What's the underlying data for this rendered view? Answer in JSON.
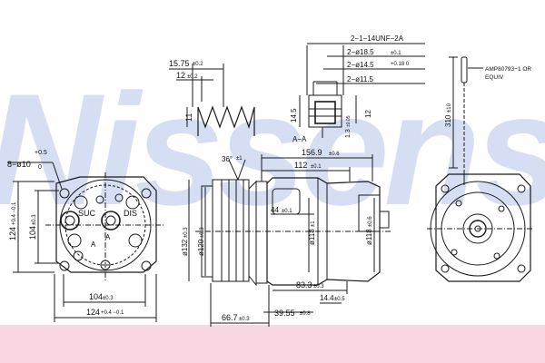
{
  "brand": {
    "watermark": "Nissens",
    "watermark_color": "#c7d4ef"
  },
  "colors": {
    "line": "#1a1a1a",
    "band": "#f9d7e2"
  },
  "front_view": {
    "label_suc": "SUC",
    "label_dis": "DIS",
    "label_a1": "A",
    "label_a2": "A",
    "dim_holes": "8−ø10",
    "dim_holes_tol": "+0.5",
    "dim_holes_tol2": "0",
    "dim_height_outer": "124",
    "dim_height_outer_tol": "+0.4 −0.1",
    "dim_height_inner": "104",
    "dim_height_inner_tol": "±0.3",
    "dim_width_inner": "104",
    "dim_width_inner_tol": "±0.3",
    "dim_width_outer": "124",
    "dim_width_outer_tol": "+0.4 −0.1"
  },
  "pulley_detail": {
    "dim_width": "15.75",
    "dim_width_tol": "±0.2",
    "dim_pitch": "12",
    "dim_pitch_tol": "±0.2",
    "dim_height": "11"
  },
  "section_view": {
    "dim_thread": "2−1−14UNF−2A",
    "dim_bore1": "2−ø18.5",
    "dim_bore1_tol": "±0.1",
    "dim_bore2": "2−ø14.5",
    "dim_bore2_tol": "+0.18 0",
    "dim_bore3": "2−ø11.5",
    "dim_depth": "14.5",
    "dim_height": "12",
    "dim_step": "1.3",
    "dim_step_tol": "±0.05",
    "section_label": "A−A"
  },
  "side_view": {
    "dim_overall": "156.9",
    "dim_overall_tol": "±0.6",
    "dim_body": "112",
    "dim_body_tol": "±0.1",
    "dim_angle": "36°",
    "dim_angle_tol": "±1",
    "dim_inner": "44",
    "dim_inner_tol": "±0.1",
    "dim_pulley_dia": "ø132",
    "dim_pulley_dia_tol": "±0.3",
    "dim_hub_dia": "ø120",
    "dim_hub_dia_tol": "±0.3",
    "dim_body_dia": "ø118",
    "dim_body_dia_tol": "±1",
    "dim_body_dia2": "ø118",
    "dim_body_dia2_tol": "±0.6",
    "dim_83": "83.3",
    "dim_83_tol": "±0.3",
    "dim_14": "14.4",
    "dim_14_tol": "±0.5",
    "dim_39": "39.55",
    "dim_39_tol": "±0.8",
    "dim_66": "66.7",
    "dim_66_tol": "±0.3"
  },
  "rear_view": {
    "connector_label": "AMP80793−1 OR",
    "connector_label2": "EQUIV",
    "dim_lead": "310",
    "dim_lead_tol": "±10"
  }
}
